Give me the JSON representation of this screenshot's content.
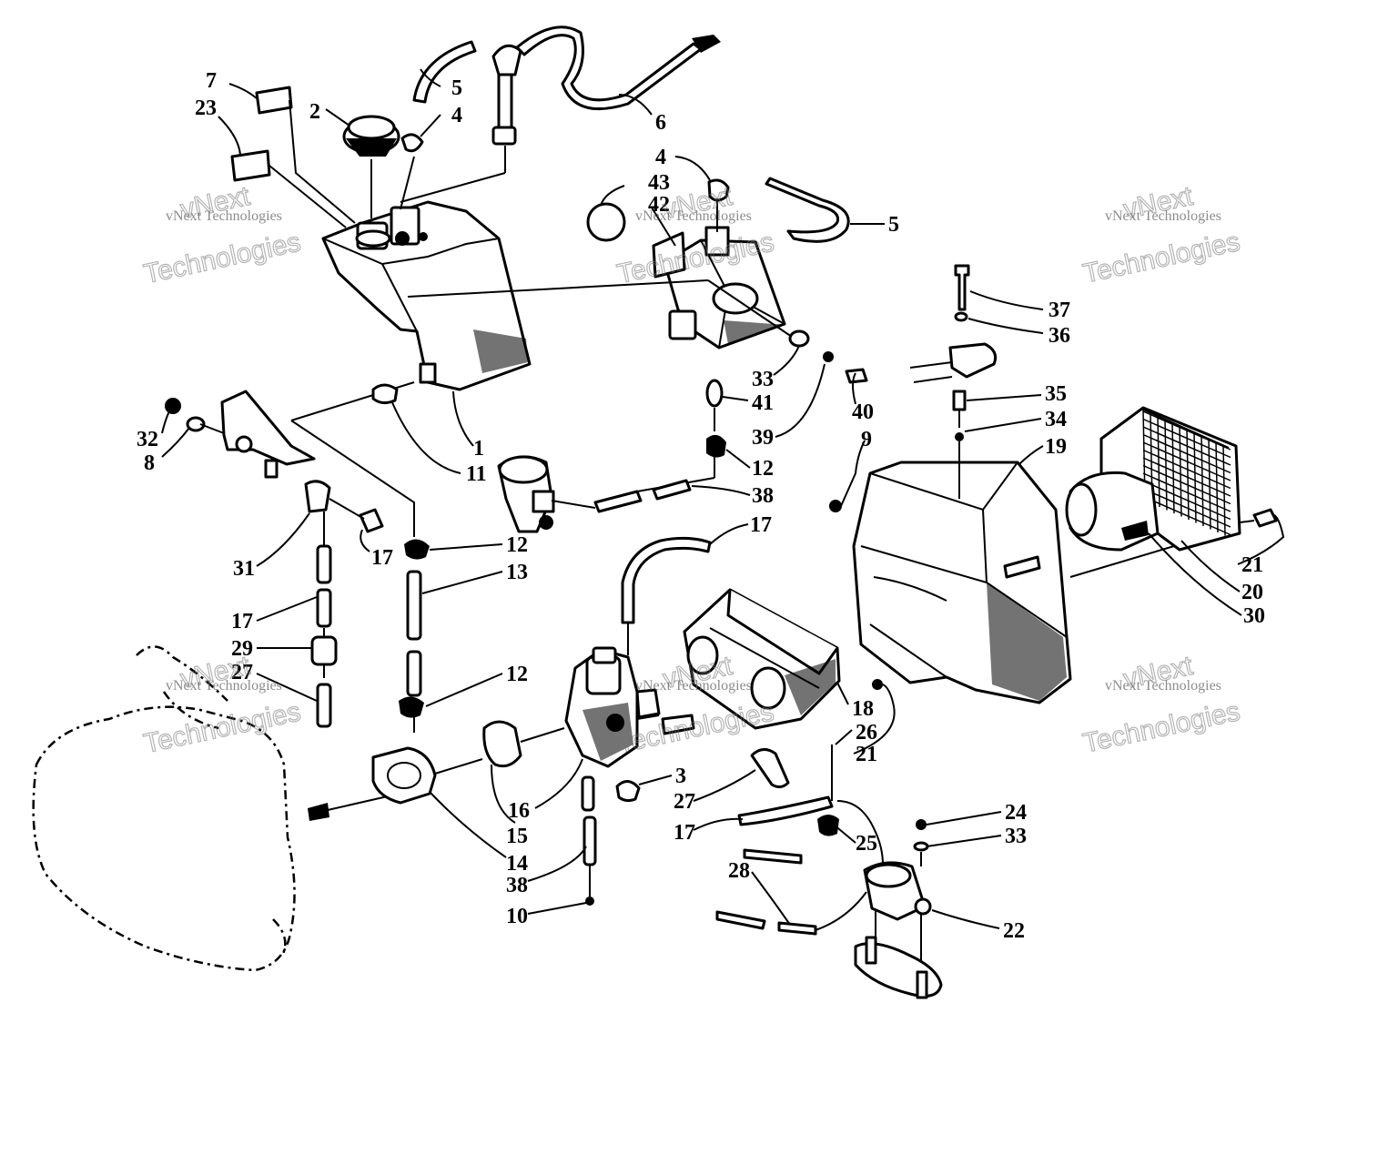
{
  "callouts": [
    {
      "id": "c7",
      "label": "7"
    },
    {
      "id": "c23",
      "label": "23"
    },
    {
      "id": "c2",
      "label": "2"
    },
    {
      "id": "c5a",
      "label": "5"
    },
    {
      "id": "c4a",
      "label": "4"
    },
    {
      "id": "c6",
      "label": "6"
    },
    {
      "id": "c4b",
      "label": "4"
    },
    {
      "id": "c43",
      "label": "43"
    },
    {
      "id": "c42",
      "label": "42"
    },
    {
      "id": "c5b",
      "label": "5"
    },
    {
      "id": "c37",
      "label": "37"
    },
    {
      "id": "c36",
      "label": "36"
    },
    {
      "id": "c33a",
      "label": "33"
    },
    {
      "id": "c40",
      "label": "40"
    },
    {
      "id": "c41",
      "label": "41"
    },
    {
      "id": "c35",
      "label": "35"
    },
    {
      "id": "c34",
      "label": "34"
    },
    {
      "id": "c39",
      "label": "39"
    },
    {
      "id": "c9",
      "label": "9"
    },
    {
      "id": "c19",
      "label": "19"
    },
    {
      "id": "c32",
      "label": "32"
    },
    {
      "id": "c8",
      "label": "8"
    },
    {
      "id": "c1",
      "label": "1"
    },
    {
      "id": "c11",
      "label": "11"
    },
    {
      "id": "c12a",
      "label": "12"
    },
    {
      "id": "c38a",
      "label": "38"
    },
    {
      "id": "c17a",
      "label": "17"
    },
    {
      "id": "c12b",
      "label": "12"
    },
    {
      "id": "c31",
      "label": "31"
    },
    {
      "id": "c17b",
      "label": "17"
    },
    {
      "id": "c13",
      "label": "13"
    },
    {
      "id": "c21a",
      "label": "21"
    },
    {
      "id": "c20",
      "label": "20"
    },
    {
      "id": "c30",
      "label": "30"
    },
    {
      "id": "c17c",
      "label": "17"
    },
    {
      "id": "c29",
      "label": "29"
    },
    {
      "id": "c27a",
      "label": "27"
    },
    {
      "id": "c12c",
      "label": "12"
    },
    {
      "id": "c18",
      "label": "18"
    },
    {
      "id": "c26",
      "label": "26"
    },
    {
      "id": "c21b",
      "label": "21"
    },
    {
      "id": "c3",
      "label": "3"
    },
    {
      "id": "c27b",
      "label": "27"
    },
    {
      "id": "c16",
      "label": "16"
    },
    {
      "id": "c15",
      "label": "15"
    },
    {
      "id": "c17d",
      "label": "17"
    },
    {
      "id": "c24",
      "label": "24"
    },
    {
      "id": "c33b",
      "label": "33"
    },
    {
      "id": "c25",
      "label": "25"
    },
    {
      "id": "c14",
      "label": "14"
    },
    {
      "id": "c28",
      "label": "28"
    },
    {
      "id": "c38b",
      "label": "38"
    },
    {
      "id": "c22",
      "label": "22"
    },
    {
      "id": "c10",
      "label": "10"
    }
  ],
  "watermark": {
    "company": "vNext Technologies",
    "brand_top": "vNext",
    "brand_bottom": "Technologies"
  }
}
